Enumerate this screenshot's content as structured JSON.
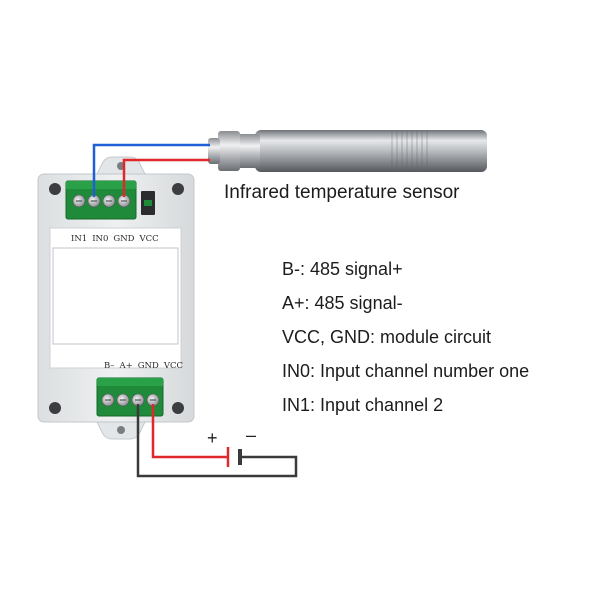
{
  "sensor": {
    "caption": "Infrared temperature sensor"
  },
  "pin_notes": [
    "B-: 485 signal+",
    "A+: 485 signal-",
    "VCC, GND: module circuit",
    "IN0: Input channel number one",
    "IN1: Input channel 2"
  ],
  "module": {
    "top_terminal_labels": [
      "IN1",
      "IN0",
      "GND",
      "VCC"
    ],
    "bottom_terminal_labels": [
      "B–",
      "A+",
      "GND",
      "VCC"
    ]
  },
  "power": {
    "plus": "+",
    "minus": "–"
  },
  "colors": {
    "wire_blue": "#1f5fd6",
    "wire_red": "#e0282c",
    "wire_dark": "#3a3a3a",
    "terminal_green": "#1f8a3a",
    "enclosure": "#e9ebec"
  },
  "icons": [
    "screw-terminal-icon",
    "mounting-hole-icon",
    "battery-symbol-icon",
    "probe-icon"
  ]
}
